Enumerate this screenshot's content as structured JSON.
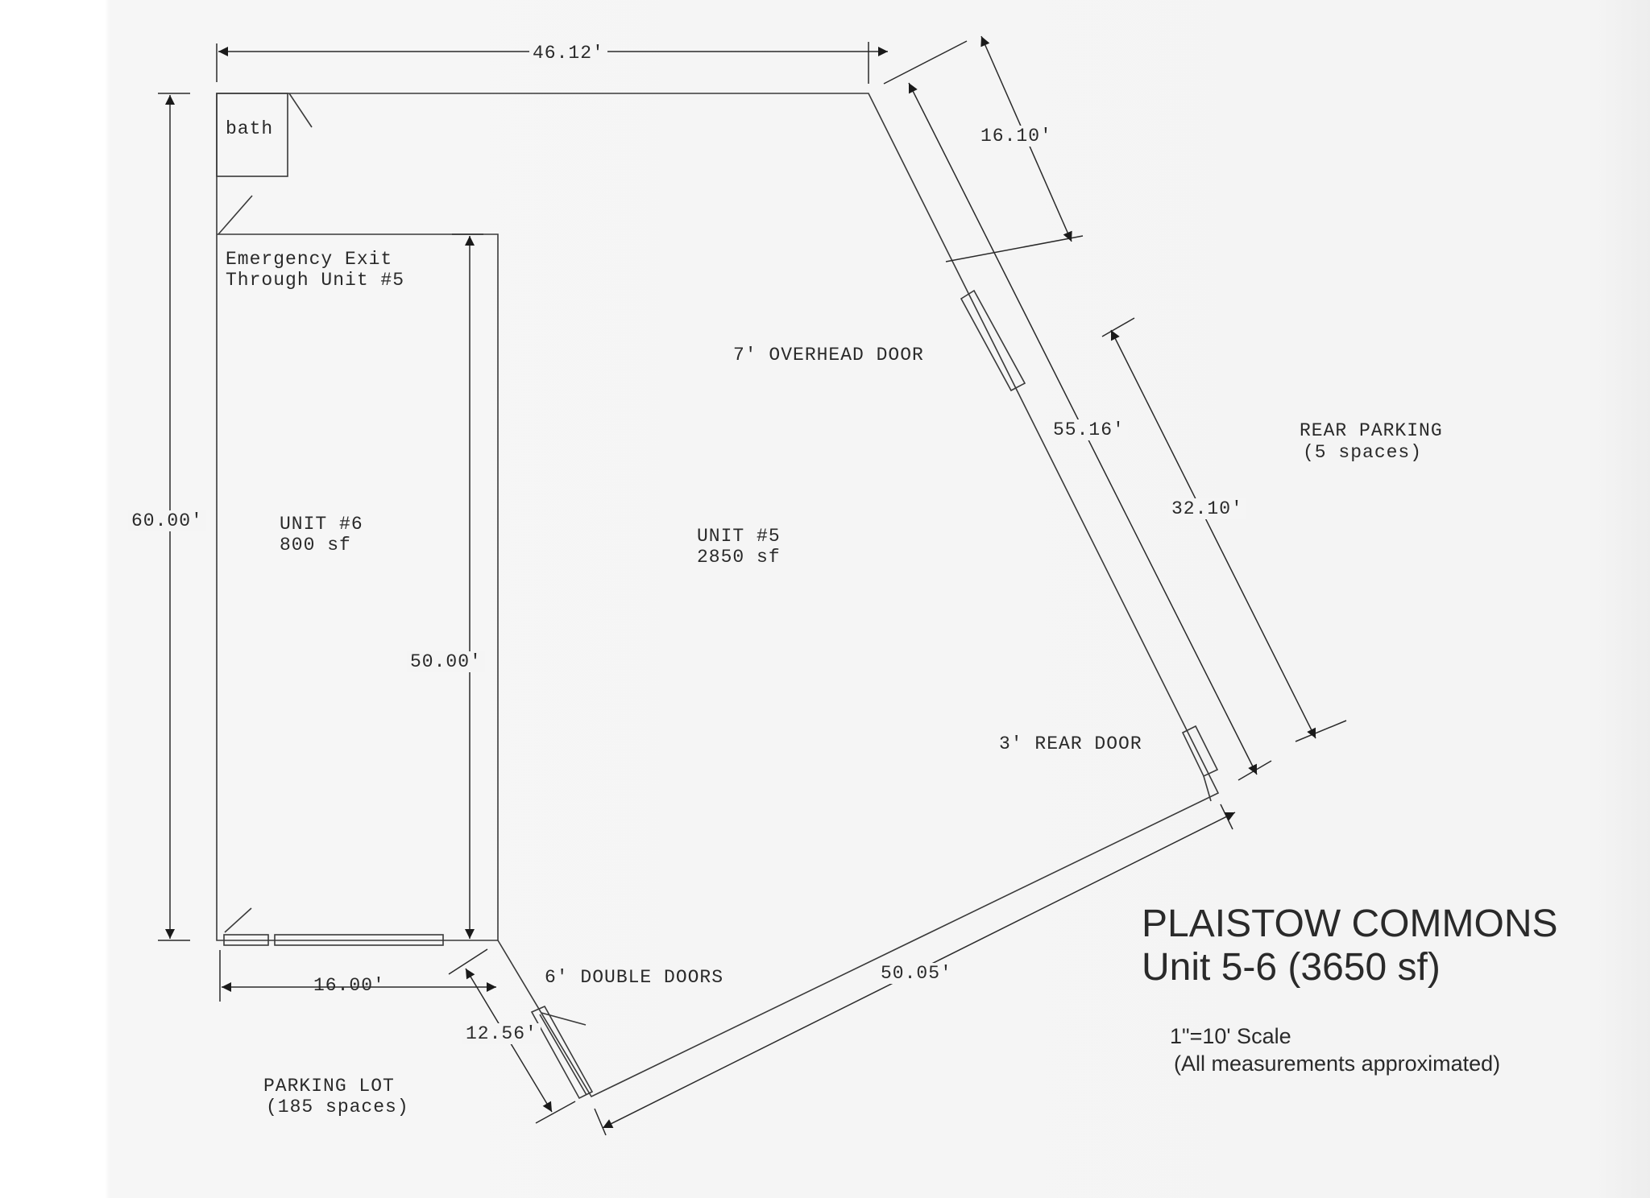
{
  "labels": {
    "bath": "bath",
    "emergency_exit_1": "Emergency Exit",
    "emergency_exit_2": "Through Unit #5",
    "overhead_door": "7' OVERHEAD DOOR",
    "rear_parking_1": "REAR PARKING",
    "rear_parking_2": "(5 spaces)",
    "unit6_name": "UNIT #6",
    "unit6_area": "800 sf",
    "unit5_name": "UNIT #5",
    "unit5_area": "2850 sf",
    "rear_door": "3' REAR DOOR",
    "double_doors": "6' DOUBLE DOORS",
    "parking_lot_1": "PARKING LOT",
    "parking_lot_2": "(185 spaces)"
  },
  "dimensions": {
    "top": "46.12'",
    "angled_short": "16.10'",
    "left": "60.00'",
    "unit6_wall": "50.00'",
    "front_width": "16.00'",
    "door_segment": "12.56'",
    "bottom_angled": "50.05'",
    "right_long": "55.16'",
    "right_short": "32.10'"
  },
  "title_block": {
    "title": "PLAISTOW COMMONS",
    "subtitle": "Unit 5-6 (3650 sf)",
    "scale": "1\"=10' Scale",
    "note": "(All measurements approximated)"
  }
}
